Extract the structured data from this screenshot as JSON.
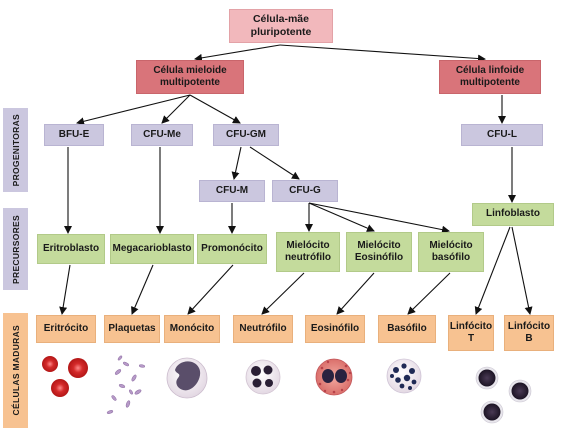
{
  "stages": {
    "progenitors": "PROGENITORAS",
    "precursors": "PRECURSORES",
    "mature": "CÉLULAS MADURAS"
  },
  "nodes": {
    "stem": "Célula-mãe\npluripotente",
    "myeloid": "Célula mieloide\nmultipotente",
    "lymphoid": "Célula linfoide\nmultipotente",
    "bfu_e": "BFU-E",
    "cfu_me": "CFU-Me",
    "cfu_gm": "CFU-GM",
    "cfu_l": "CFU-L",
    "cfu_m": "CFU-M",
    "cfu_g": "CFU-G",
    "eritroblasto": "Eritroblasto",
    "megacarioblasto": "Megacarioblasto",
    "promonocito": "Promonócito",
    "mielocito_neutrofilo": "Mielócito\nneutrófilo",
    "mielocito_eosinofilo": "Mielócito\nEosinófilo",
    "mielocito_basofilo": "Mielócito\nbasófilo",
    "linfoblasto": "Linfoblasto",
    "eritrocito": "Eritrócito",
    "plaquetas": "Plaquetas",
    "monocito": "Monócito",
    "neutrofilo": "Neutrófilo",
    "eosinofilo": "Eosinófilo",
    "basofilo": "Basófilo",
    "linfocito_t": "Linfócito\nT",
    "linfocito_b": "Linfócito\nB"
  },
  "colors": {
    "stem": "#f2b8bc",
    "multipotent": "#d9747a",
    "progenitor": "#cbc7df",
    "precursor": "#c4db9c",
    "mature": "#f7c291",
    "arrow": "#111111"
  },
  "cell_icons": [
    "red-blood-cells-icon",
    "platelets-icon",
    "monocyte-icon",
    "neutrophil-icon",
    "eosinophil-icon",
    "basophil-icon",
    "lymphocytes-icon"
  ]
}
